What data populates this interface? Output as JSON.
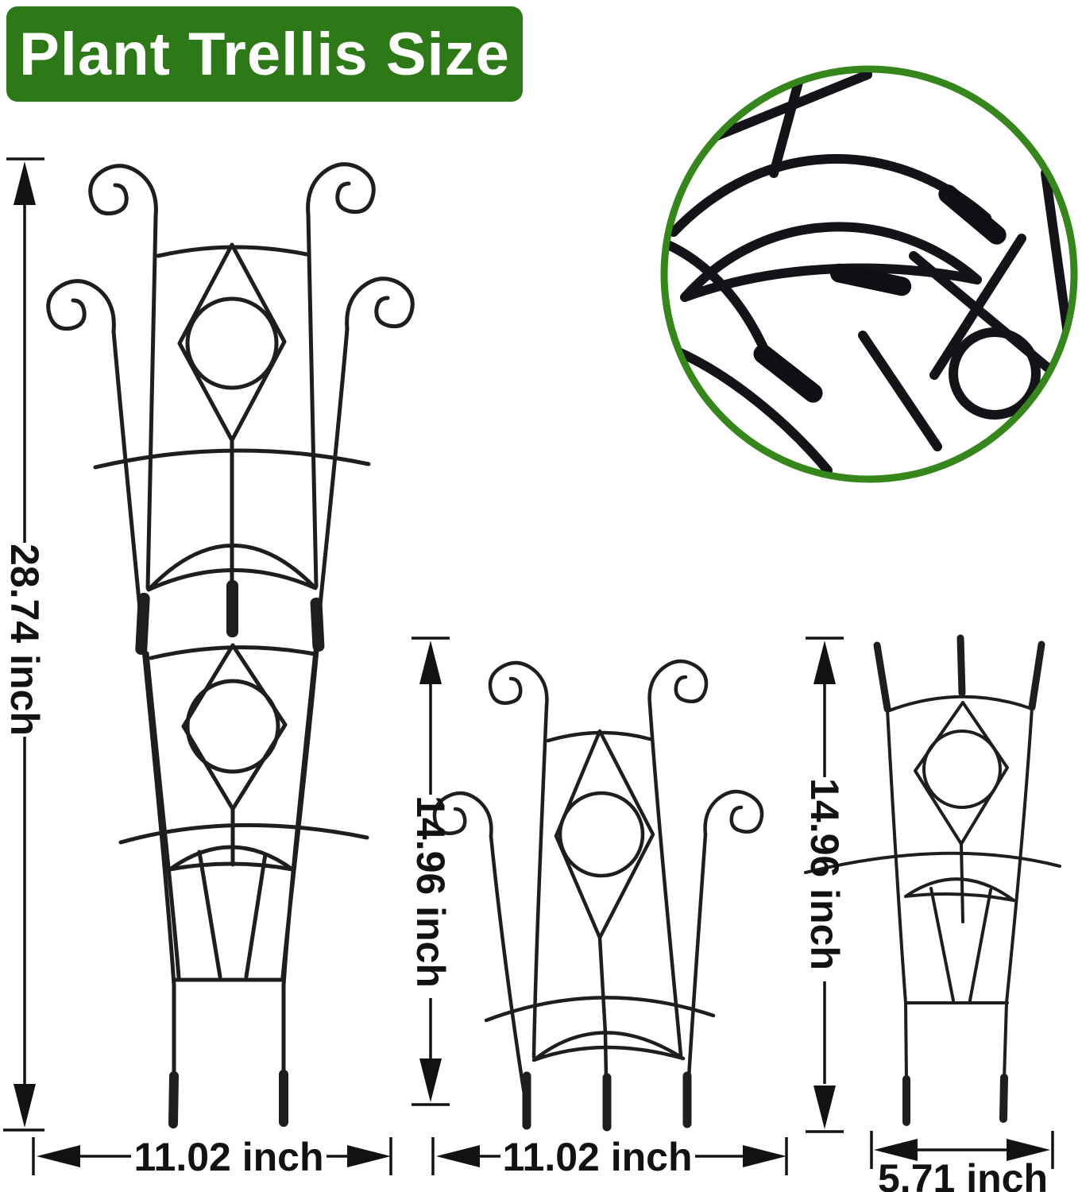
{
  "title": {
    "label": "Plant Trellis Size"
  },
  "colors": {
    "banner_bg": "#2e7917",
    "banner_text": "#ffffff",
    "detail_ring": "#35861b",
    "wire": "#1e1e21",
    "dimension": "#121212"
  },
  "dimensions": {
    "large_height": "28.74 inch",
    "large_width": "11.02 inch",
    "medium_height": "14.96 inch",
    "medium_width": "11.02 inch",
    "small_height": "14.96 inch",
    "small_width": "5.71 inch"
  }
}
